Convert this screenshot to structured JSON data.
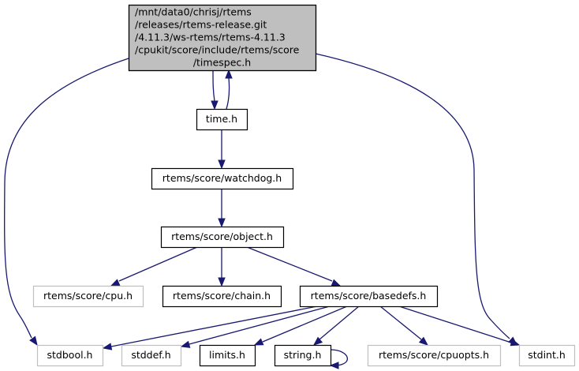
{
  "diagram": {
    "type": "include-dependency-graph",
    "colors": {
      "edge": "#191970",
      "root_fill": "#bfbfbf",
      "root_border": "#000000",
      "documented_border": "#000000",
      "undocumented_border": "#bfbfbf",
      "node_fill": "#ffffff"
    },
    "nodes": [
      {
        "id": "timespec",
        "kind": "root",
        "lines": [
          "/mnt/data0/chrisj/rtems",
          "/releases/rtems-release.git",
          "/4.11.3/ws-rtems/rtems-4.11.3",
          "/cpukit/score/include/rtems/score",
          "/timespec.h"
        ]
      },
      {
        "id": "time",
        "kind": "documented",
        "lines": [
          "time.h"
        ]
      },
      {
        "id": "watchdog",
        "kind": "documented",
        "lines": [
          "rtems/score/watchdog.h"
        ]
      },
      {
        "id": "object",
        "kind": "documented",
        "lines": [
          "rtems/score/object.h"
        ]
      },
      {
        "id": "cpu",
        "kind": "undocumented",
        "lines": [
          "rtems/score/cpu.h"
        ]
      },
      {
        "id": "chain",
        "kind": "documented",
        "lines": [
          "rtems/score/chain.h"
        ]
      },
      {
        "id": "basedefs",
        "kind": "documented",
        "lines": [
          "rtems/score/basedefs.h"
        ]
      },
      {
        "id": "stdbool",
        "kind": "undocumented",
        "lines": [
          "stdbool.h"
        ]
      },
      {
        "id": "stddef",
        "kind": "undocumented",
        "lines": [
          "stddef.h"
        ]
      },
      {
        "id": "limits",
        "kind": "documented",
        "lines": [
          "limits.h"
        ]
      },
      {
        "id": "string",
        "kind": "documented",
        "lines": [
          "string.h"
        ]
      },
      {
        "id": "cpuopts",
        "kind": "undocumented",
        "lines": [
          "rtems/score/cpuopts.h"
        ]
      },
      {
        "id": "stdint",
        "kind": "undocumented",
        "lines": [
          "stdint.h"
        ]
      }
    ],
    "edges": [
      {
        "from": "timespec",
        "to": "time"
      },
      {
        "from": "time",
        "to": "timespec"
      },
      {
        "from": "timespec",
        "to": "stdbool"
      },
      {
        "from": "timespec",
        "to": "stdint"
      },
      {
        "from": "time",
        "to": "watchdog"
      },
      {
        "from": "watchdog",
        "to": "object"
      },
      {
        "from": "object",
        "to": "cpu"
      },
      {
        "from": "object",
        "to": "chain"
      },
      {
        "from": "object",
        "to": "basedefs"
      },
      {
        "from": "basedefs",
        "to": "stdbool"
      },
      {
        "from": "basedefs",
        "to": "stddef"
      },
      {
        "from": "basedefs",
        "to": "limits"
      },
      {
        "from": "basedefs",
        "to": "string"
      },
      {
        "from": "basedefs",
        "to": "cpuopts"
      },
      {
        "from": "basedefs",
        "to": "stdint"
      },
      {
        "from": "string",
        "to": "string"
      }
    ]
  }
}
